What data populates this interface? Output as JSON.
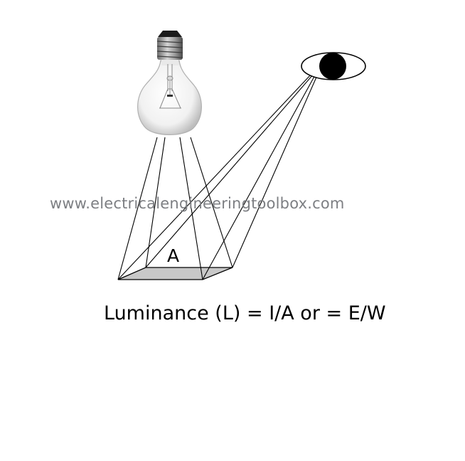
{
  "diagram": {
    "watermark": "www.electricalengineeringtoolbox.com",
    "area_label": "A",
    "formula": "Luminance (L) = I/A or = E/W",
    "elements": {
      "light_source": "bulb-icon",
      "observer": "eye-icon",
      "surface": "illuminated-area"
    },
    "colors": {
      "lines": "#000000",
      "surface_fill": "#c8c8c8",
      "watermark": "#7d7f83"
    }
  }
}
